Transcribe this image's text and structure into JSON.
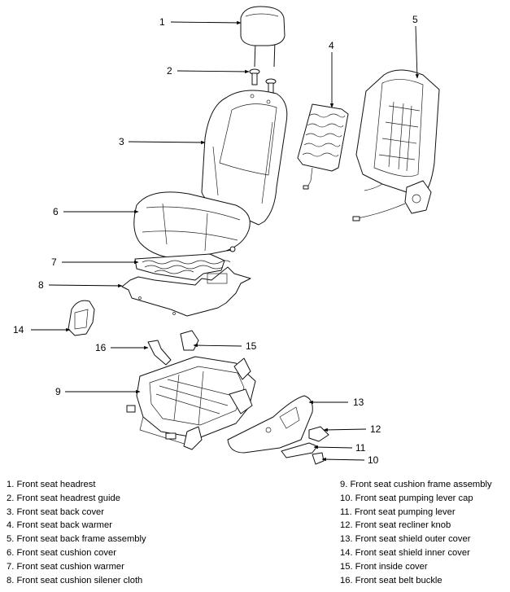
{
  "callouts": [
    "1",
    "2",
    "3",
    "4",
    "5",
    "6",
    "7",
    "8",
    "9",
    "10",
    "11",
    "12",
    "13",
    "14",
    "15",
    "16"
  ],
  "legend_left": [
    "1. Front seat headrest",
    "2. Front seat headrest guide",
    "3. Front seat back cover",
    "4. Front seat back warmer",
    "5. Front seat back frame assembly",
    "6. Front seat cushion cover",
    "7. Front seat cushion warmer",
    "8. Front seat cushion silener cloth"
  ],
  "legend_right": [
    "9. Front seat cushion frame assembly",
    "10. Front seat pumping lever cap",
    "11. Front seat pumping lever",
    "12. Front seat recliner knob",
    "13. Front seat shield outer cover",
    "14. Front seat shield inner cover",
    "15. Front inside cover",
    "16. Front seat belt buckle"
  ]
}
